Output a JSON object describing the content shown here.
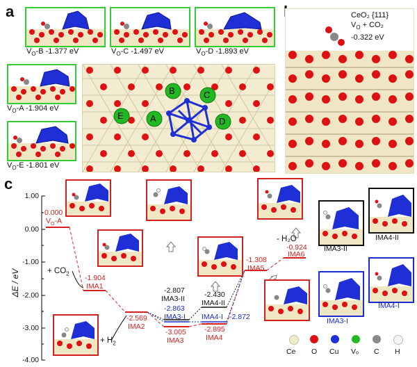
{
  "panel_a": {
    "letter": "a",
    "thumbs": [
      {
        "id": "B",
        "label": "V",
        "sub": "O",
        "suffix": "-B  -1.377 eV"
      },
      {
        "id": "C",
        "label": "V",
        "sub": "O",
        "suffix": "-C  -1.497 eV"
      },
      {
        "id": "D",
        "label": "V",
        "sub": "O",
        "suffix": "-D  -1.893 eV"
      },
      {
        "id": "A",
        "label": "V",
        "sub": "O",
        "suffix": "-A  -1.904 eV"
      },
      {
        "id": "E",
        "label": "V",
        "sub": "O",
        "suffix": "-E  -1.801 eV"
      }
    ],
    "site_letters": [
      "A",
      "B",
      "C",
      "D",
      "E"
    ]
  },
  "panel_b": {
    "letter": "b",
    "line1": "CeO₂ {111}",
    "line2_main": "V",
    "line2_sub": "O",
    "line2_rest": " + CO₂",
    "line3": "-0.322 eV"
  },
  "panel_c": {
    "letter": "c",
    "ylabel": "ΔE / eV",
    "yticks": [
      "1.00",
      "0.00",
      "-1.00",
      "-2.00",
      "-3.00",
      "-4.00"
    ],
    "levels": {
      "va_value": "0.000",
      "va_main": "V",
      "va_sub": "O",
      "va_rest": "-A",
      "ima1_value": "-1.904",
      "ima1_name": "IMA1",
      "ima2_value": "-2.569",
      "ima2_name": "IMA2",
      "ima3ii_value": "-2.807",
      "ima3ii_name": "IMA3-II",
      "ima3i_value": "-2.863",
      "ima3i_name": "IMA3-I",
      "ima3_value": "-3.005",
      "ima3_name": "IMA3",
      "ima4ii_value": "-2.430",
      "ima4ii_name": "IMA4-II",
      "ima4i_name": "IMA4-I",
      "ima4i_value": "-2.872",
      "ima4_value": "-2.895",
      "ima4_name": "IMA4",
      "ima5_value": "-1.308",
      "ima5_name": "IMA5",
      "ima6_value": "-0.924",
      "ima6_name": "IMA6"
    },
    "co2_label_main": "+ CO",
    "co2_label_sub": "2",
    "h2_label_main": "+ H",
    "h2_label_sub": "2",
    "h2o_label": "- H₂O",
    "side_labels": {
      "ima3ii": "IMA3-II",
      "ima4ii": "IMA4-II",
      "ima3i": "IMA3-I",
      "ima4i": "IMA4-I"
    },
    "legend": [
      {
        "label": "Ce",
        "color": "#f1ecc8"
      },
      {
        "label": "O",
        "color": "#dd1111"
      },
      {
        "label": "Cu",
        "color": "#1f2fd6"
      },
      {
        "label": "Vₒ",
        "color": "#22b822"
      },
      {
        "label": "C",
        "color": "#888888"
      },
      {
        "label": "H",
        "color": "#f4f4f4"
      }
    ]
  }
}
